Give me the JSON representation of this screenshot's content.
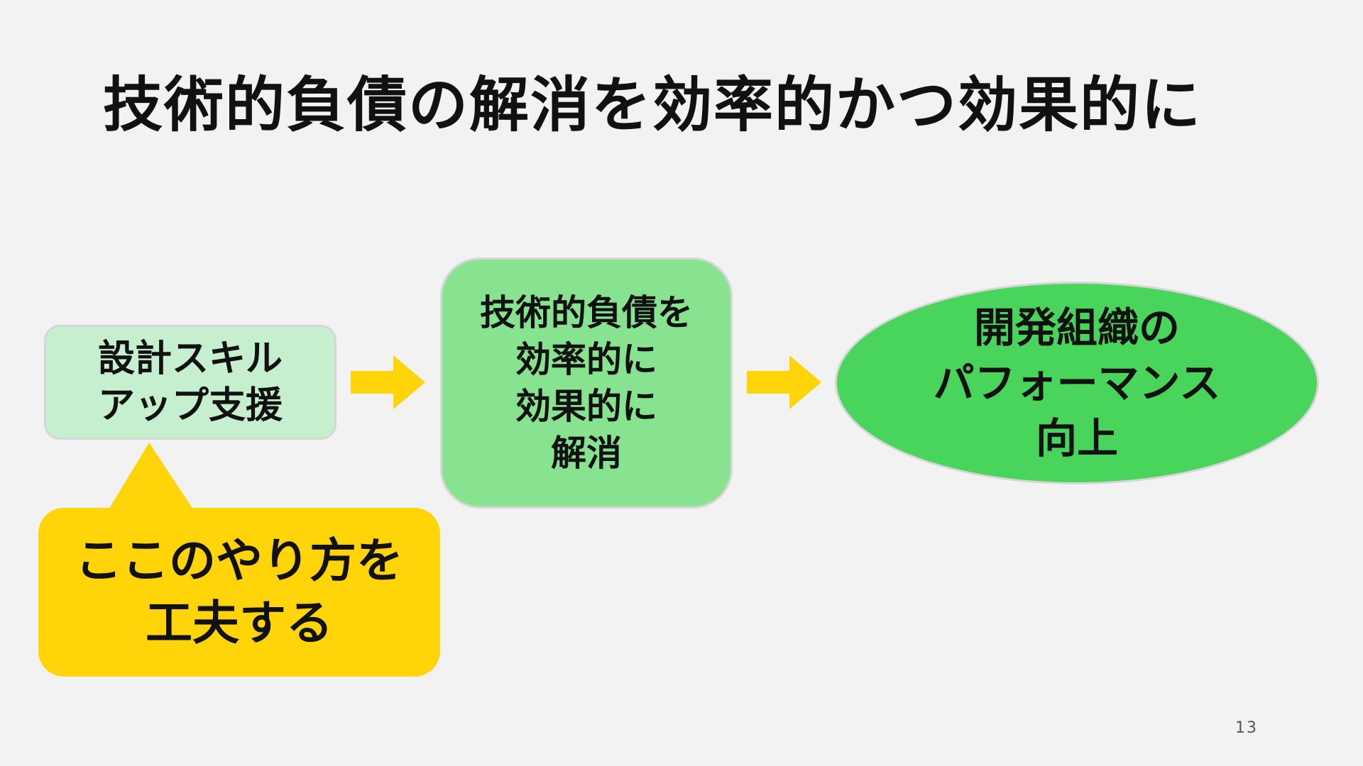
{
  "slide": {
    "title": "技術的負債の解消を効率的かつ効果的に",
    "page_number": "13",
    "colors": {
      "background": "#f2f2f2",
      "box_light_green": "#c6efcf",
      "box_medium_green": "#88e391",
      "oval_green": "#49d45b",
      "accent_yellow": "#ffd50a",
      "border_gray": "#d6d6d6"
    }
  },
  "flow": {
    "step1": {
      "lines": [
        "設計スキル",
        "アップ支援"
      ]
    },
    "step2": {
      "lines": [
        "技術的負債を",
        "効率的に",
        "効果的に",
        "解消"
      ]
    },
    "step3": {
      "lines": [
        "開発組織の",
        "パフォーマンス",
        "向上"
      ]
    },
    "arrow_icon": "right-arrow-icon"
  },
  "callout": {
    "lines": [
      "ここのやり方を",
      "工夫する"
    ]
  }
}
